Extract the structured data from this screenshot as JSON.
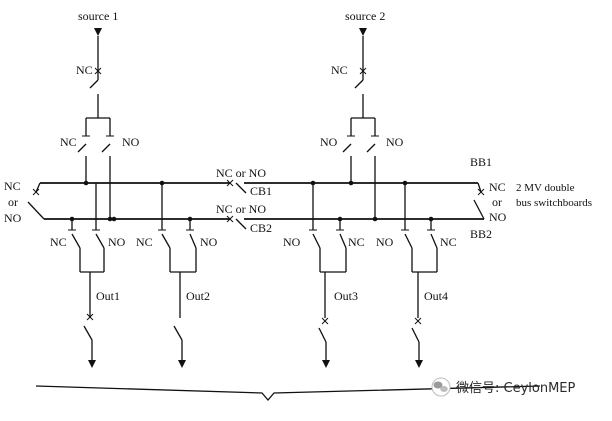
{
  "labels": {
    "source1": "source 1",
    "source2": "source 2",
    "nc": "NC",
    "no": "NO",
    "or": "or",
    "nc_or_no": "NC or NO",
    "cb1": "CB1",
    "cb2": "CB2",
    "bb1": "BB1",
    "bb2": "BB2",
    "desc_line1": "2 MV double",
    "desc_line2": "bus switchboards",
    "out1": "Out1",
    "out2": "Out2",
    "out3": "Out3",
    "out4": "Out4"
  },
  "watermark": {
    "text": "微信号: CeylonMEP",
    "icon": "wechat-icon"
  }
}
